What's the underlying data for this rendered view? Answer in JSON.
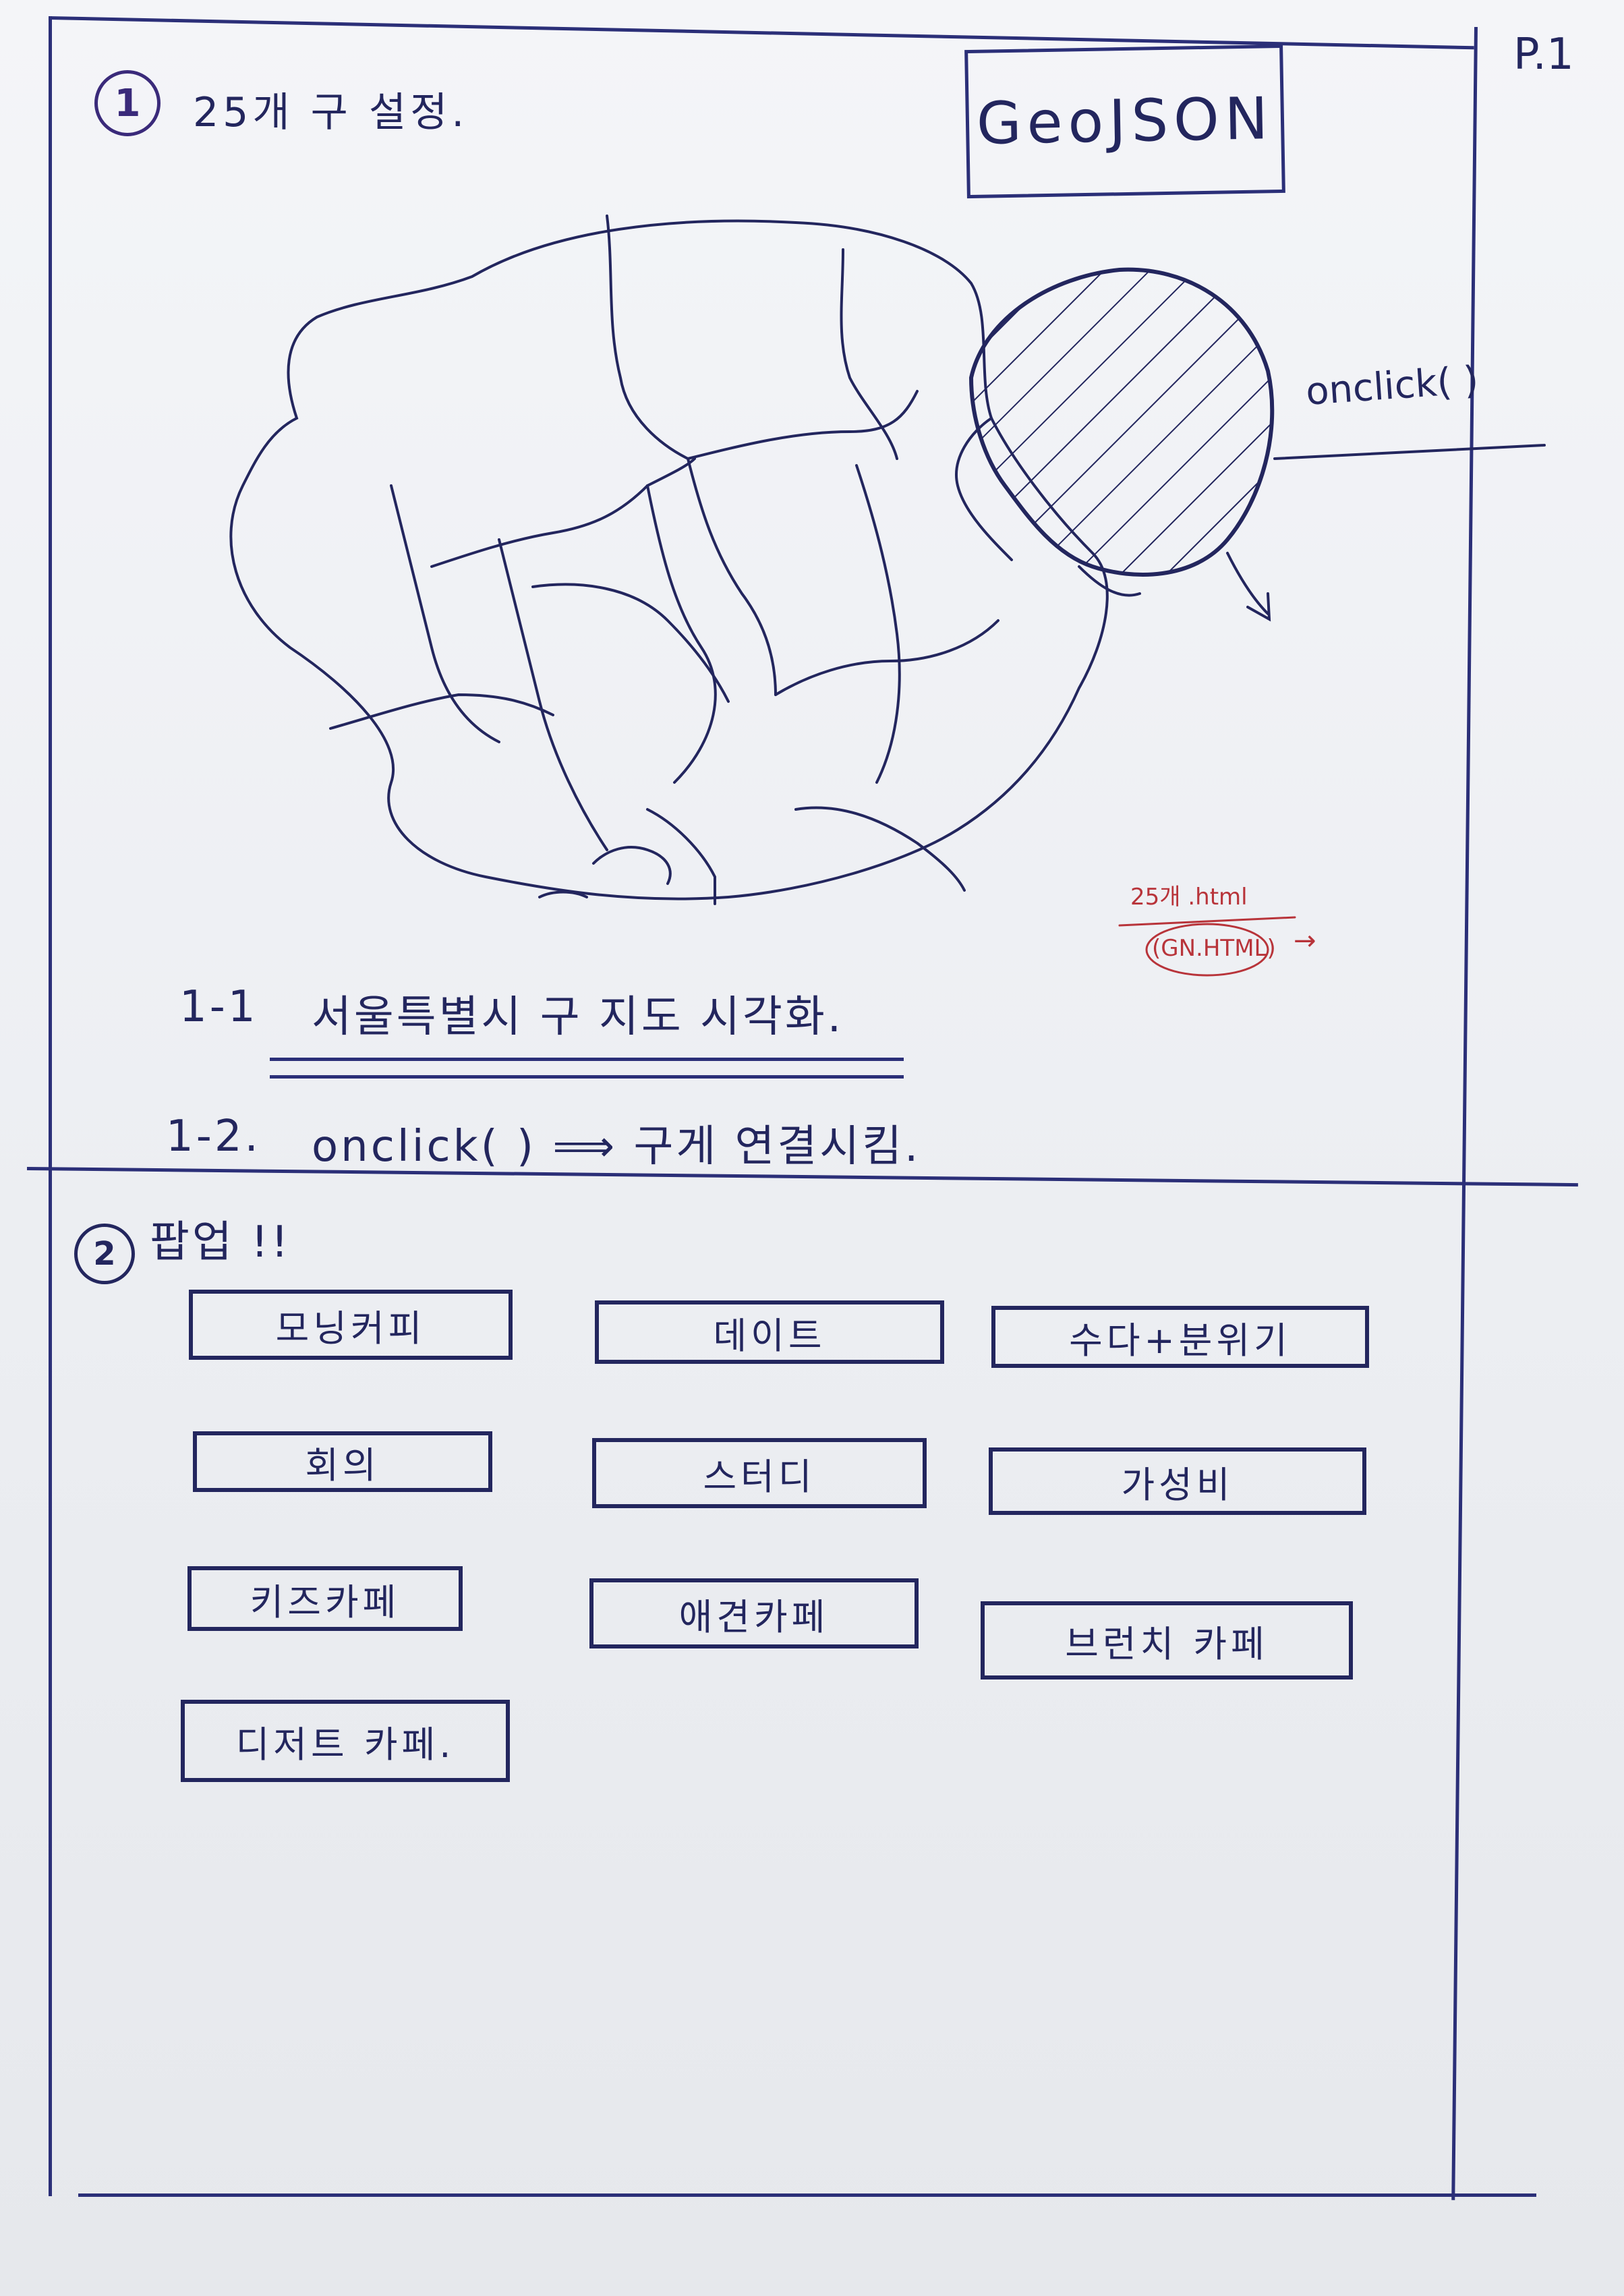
{
  "page_number": "P.1",
  "section1": {
    "number": "1",
    "title": "25개 구 설정.",
    "geojson_label": "GeoJSON",
    "onclick_label": "onclick( )",
    "red_note_top": "25개 .html",
    "red_note_bottom": "(GN.HTML)",
    "red_note_arrow": "→",
    "items": [
      {
        "index": "1-1",
        "text": "서울특별시 구 지도  시각화."
      },
      {
        "index": "1-2.",
        "text": "onclick( )  ⟹  구게  연결시킴."
      }
    ]
  },
  "section2": {
    "number": "2",
    "title": "팝업 !!",
    "buttons": [
      "모닝커피",
      "데이트",
      "수다+분위기",
      "회의",
      "스터디",
      "가성비",
      "키즈카페",
      "애견카페",
      "브런치 카페",
      "디저트 카페."
    ]
  },
  "colors": {
    "ink": "#23265e",
    "red": "#b8343a",
    "paper": "#eef0f3"
  }
}
